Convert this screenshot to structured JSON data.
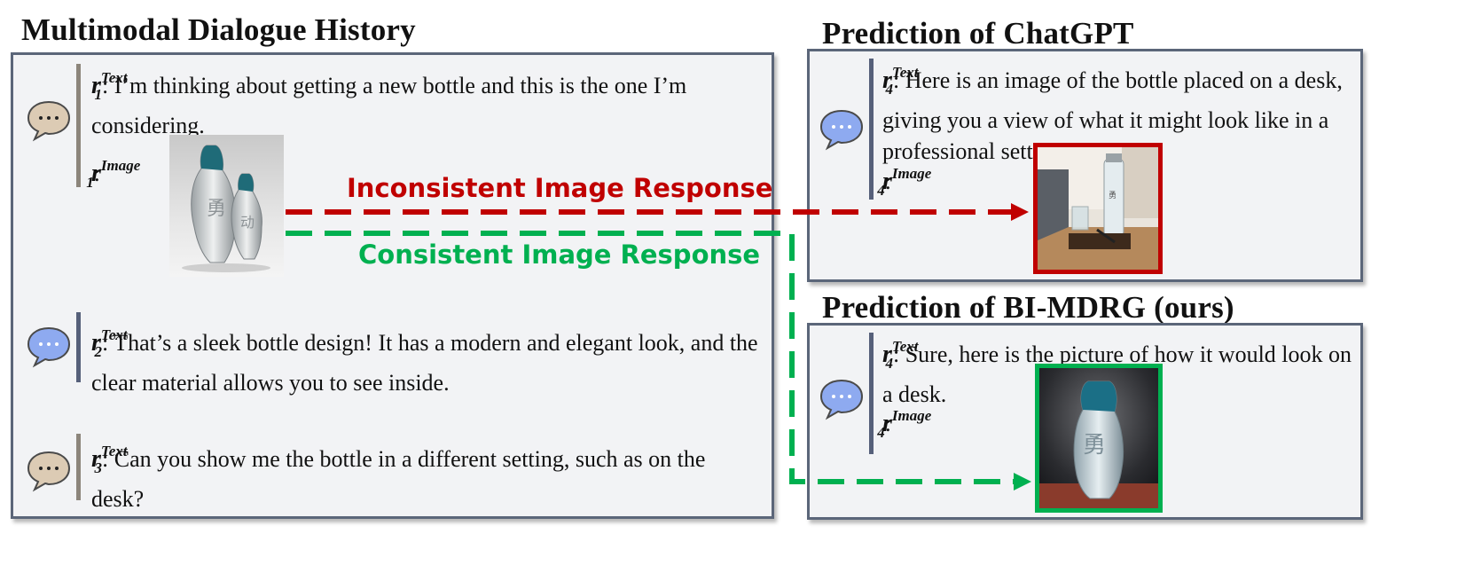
{
  "titles": {
    "history": "Multimodal Dialogue History",
    "chatgpt": "Prediction of ChatGPT",
    "bimdrg": "Prediction of BI-MDRG (ours)"
  },
  "history": {
    "turn1": {
      "text_var": "r",
      "text_sup": "Text",
      "text_sub": "1",
      "text": ": I’m thinking about getting a new bottle and this is the one I’m considering.",
      "image_var": "r",
      "image_sup": "Image",
      "image_sub": "1",
      "image_colon": ":"
    },
    "turn2": {
      "text_var": "r",
      "text_sup": "Text",
      "text_sub": "2",
      "text": ": That’s a sleek bottle design! It has a modern and elegant look, and the clear material allows you to see inside."
    },
    "turn3": {
      "text_var": "r",
      "text_sup": "Text",
      "text_sub": "3",
      "text": ": Can you show me the bottle in a different setting, such as on the desk?"
    }
  },
  "chatgpt": {
    "text_var": "r",
    "text_sup": "Text",
    "text_sub": "4",
    "text": ": Here is an image of the bottle placed on a desk, giving you a view of what it might look like in a professional setting.",
    "image_var": "r",
    "image_sup": "Image",
    "image_sub": "4",
    "image_colon": ":"
  },
  "bimdrg": {
    "text_var": "r",
    "text_sup": "Text",
    "text_sub": "4",
    "text": ": Sure, here is the picture of how it would look on a desk.",
    "image_var": "r",
    "image_sup": "Image",
    "image_sub": "4",
    "image_colon": ":"
  },
  "arrows": {
    "inconsistent": {
      "label": "Inconsistent Image Response",
      "color": "#c00000"
    },
    "consistent": {
      "label": "Consistent Image Response",
      "color": "#00b050"
    }
  },
  "colors": {
    "panel_bg": "#f2f3f5",
    "panel_border": "#5b6679",
    "user_avatar": "#dccbb4",
    "bot_avatar": "#8eaaf0",
    "chatgpt_frame": "#c00000",
    "bimdrg_frame": "#00b050"
  },
  "icons": {
    "user": "speech-bubble-icon",
    "bot": "speech-bubble-icon"
  }
}
